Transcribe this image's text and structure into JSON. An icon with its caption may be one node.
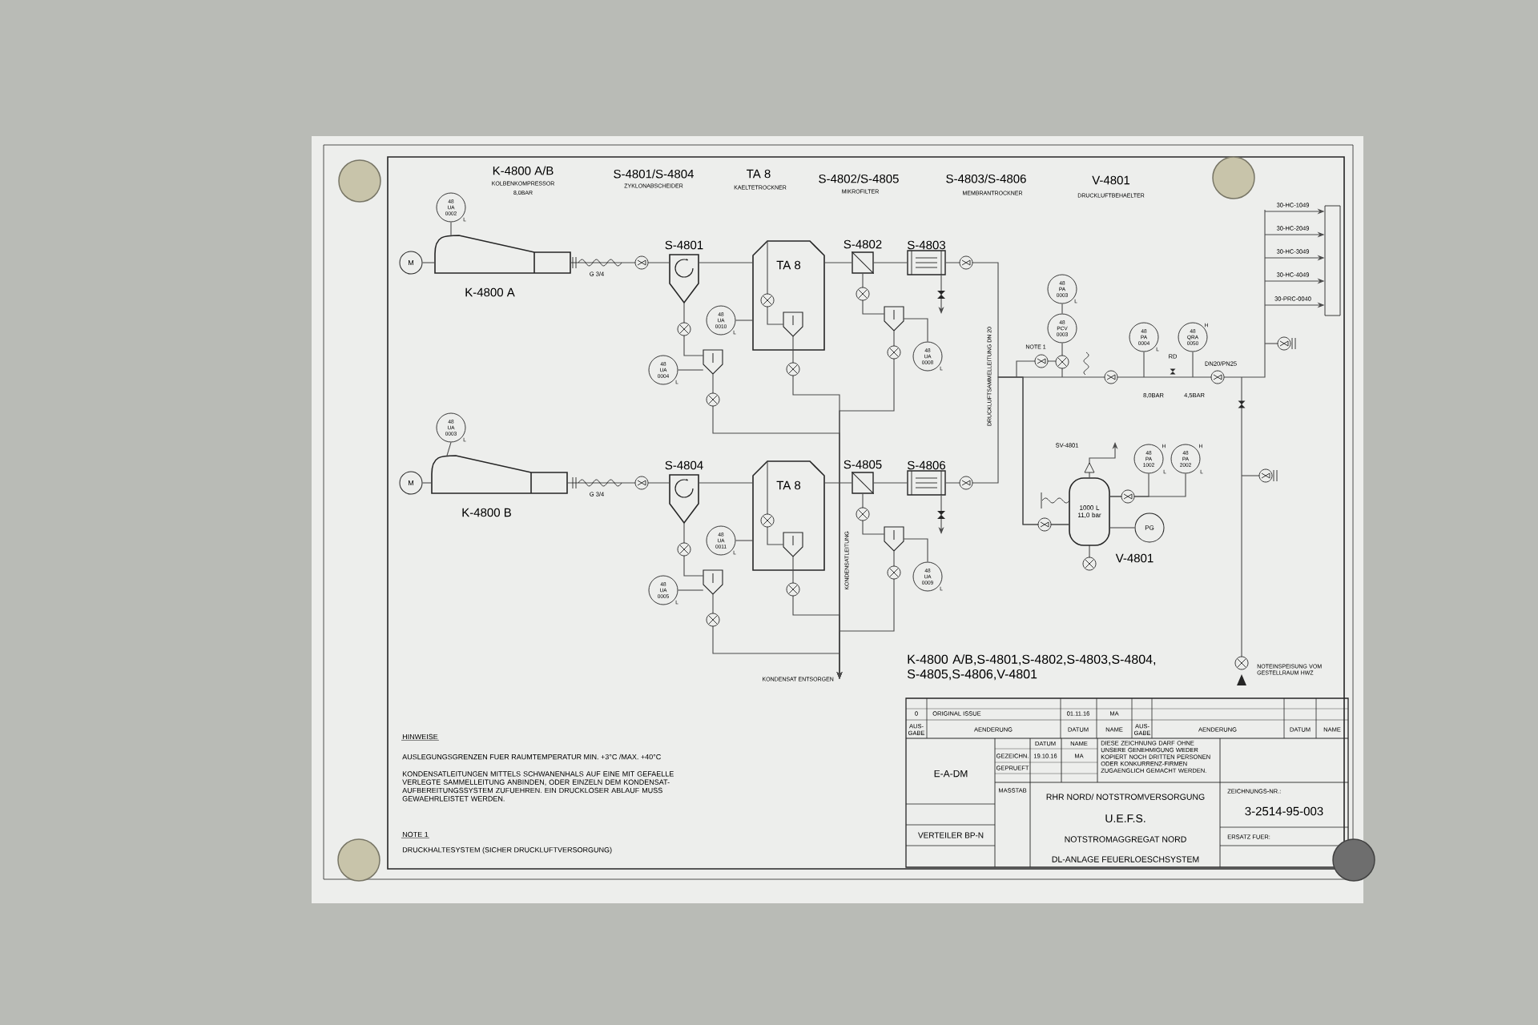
{
  "diagram": {
    "nodes": [
      {
        "text": [
          "48 UA 0002"
        ],
        "beside": [
          "L"
        ]
      },
      {
        "text": [
          "M"
        ]
      },
      {
        "text": [
          "K-4800 A"
        ]
      },
      {
        "text": [
          "S-4801"
        ]
      },
      {
        "text": [
          "TA 8"
        ]
      },
      {
        "text": [
          "S-4802"
        ]
      },
      {
        "text": [
          "S-4803"
        ]
      },
      {
        "text": [
          "48 UA 0010"
        ],
        "beside": [
          "L"
        ]
      },
      {
        "text": [
          "48 UA 0004"
        ],
        "beside": [
          "L"
        ]
      },
      {
        "text": [
          "48 UA 0008"
        ],
        "beside": [
          "L"
        ]
      },
      {
        "text": [],
        "shape": "funnel"
      },
      {
        "text": [],
        "shape": "funnel",
        "in": 4
      },
      {
        "text": [],
        "shape": "funnel"
      },
      {
        "text": [
          "48 UA 0003"
        ],
        "beside": [
          "L"
        ]
      },
      {
        "text": [
          "M"
        ]
      },
      {
        "text": [
          "K-4800 B"
        ]
      },
      {
        "text": [
          "S-4804"
        ]
      },
      {
        "text": [
          "TA 8"
        ]
      },
      {
        "text": [
          "S-4805"
        ]
      },
      {
        "text": [
          "S-4806"
        ]
      },
      {
        "text": [
          "48 UA 0011"
        ],
        "beside": [
          "L"
        ]
      },
      {
        "text": [
          "48 UA 0005"
        ],
        "beside": [
          "L"
        ]
      },
      {
        "text": [
          "48 UA 0009"
        ],
        "beside": [
          "L"
        ]
      },
      {
        "text": [],
        "shape": "funnel"
      },
      {
        "text": [],
        "shape": "funnel",
        "in": 17
      },
      {
        "text": [],
        "shape": "funnel"
      },
      {
        "text": [
          "KONDENSAT ENTSORGEN"
        ]
      },
      {
        "text": [
          "48 PA 0003"
        ],
        "beside": [
          "L"
        ]
      },
      {
        "text": [
          "48 PCV 0003"
        ]
      },
      {
        "text": [
          "48 PA 0004"
        ],
        "beside": [
          "L"
        ]
      },
      {
        "text": [
          "48 QRA 0050"
        ],
        "beside": [
          "H"
        ]
      },
      {
        "text": [
          "1000 L 11,0 bar"
        ],
        "beside": [
          "V-4801"
        ]
      },
      {
        "text": [
          "48 PA 1002"
        ],
        "beside": [
          "H",
          "L"
        ]
      },
      {
        "text": [
          "48 PA 2002"
        ],
        "beside": [
          "H",
          "L"
        ]
      },
      {
        "text": [
          "PG"
        ]
      },
      {
        "text": [],
        "shape": "box"
      }
    ],
    "edges": [
      {
        "from": 1,
        "to": 2,
        "arrow": "none"
      },
      {
        "from": 0,
        "to": 2,
        "arrow": "none"
      },
      {
        "from": 2,
        "to": 3,
        "arrow": "none",
        "label": "G 3/4"
      },
      {
        "from": 3,
        "to": 4,
        "arrow": "none"
      },
      {
        "from": 4,
        "to": 5,
        "arrow": "none"
      },
      {
        "from": 5,
        "to": 6,
        "arrow": "none"
      },
      {
        "from": 3,
        "to": 10,
        "arrow": "none"
      },
      {
        "from": 8,
        "to": 10,
        "arrow": "none"
      },
      {
        "from": 7,
        "to": 4,
        "arrow": "none"
      },
      {
        "from": 5,
        "to": 12,
        "arrow": "none"
      },
      {
        "from": 9,
        "to": 12,
        "arrow": "none"
      },
      {
        "from": 10,
        "to": 26,
        "arrow": "to"
      },
      {
        "from": 11,
        "to": 26,
        "arrow": "to"
      },
      {
        "from": 12,
        "to": 26,
        "arrow": "to"
      },
      {
        "from": 14,
        "to": 15,
        "arrow": "none"
      },
      {
        "from": 13,
        "to": 15,
        "arrow": "none"
      },
      {
        "from": 15,
        "to": 16,
        "arrow": "none",
        "label": "G 3/4"
      },
      {
        "from": 16,
        "to": 17,
        "arrow": "none"
      },
      {
        "from": 17,
        "to": 18,
        "arrow": "none"
      },
      {
        "from": 18,
        "to": 19,
        "arrow": "none"
      },
      {
        "from": 16,
        "to": 23,
        "arrow": "none"
      },
      {
        "from": 21,
        "to": 23,
        "arrow": "none"
      },
      {
        "from": 20,
        "to": 17,
        "arrow": "none"
      },
      {
        "from": 18,
        "to": 25,
        "arrow": "none"
      },
      {
        "from": 22,
        "to": 25,
        "arrow": "none"
      },
      {
        "from": 23,
        "to": 26,
        "arrow": "to"
      },
      {
        "from": 24,
        "to": 26,
        "arrow": "to"
      },
      {
        "from": 25,
        "to": 26,
        "arrow": "to"
      },
      {
        "from": 6,
        "to": 31,
        "arrow": "none"
      },
      {
        "from": 19,
        "to": 31,
        "arrow": "none"
      },
      {
        "from": 27,
        "to": 28,
        "arrow": "none"
      },
      {
        "from": 28,
        "to": null,
        "arrow": "none"
      },
      {
        "from": 29,
        "to": null,
        "arrow": "none"
      },
      {
        "from": 30,
        "to": null,
        "arrow": "none"
      },
      {
        "from": 32,
        "to": 31,
        "arrow": "none"
      },
      {
        "from": 33,
        "to": 31,
        "arrow": "none"
      },
      {
        "from": 34,
        "to": 31,
        "arrow": "none"
      },
      {
        "from": null,
        "to": 35,
        "arrow": "to",
        "label": "30-HC-1049"
      },
      {
        "from": null,
        "to": 35,
        "arrow": "to",
        "label": "30-HC-2049"
      },
      {
        "from": null,
        "to": 35,
        "arrow": "to",
        "label": "30-HC-3049"
      },
      {
        "from": null,
        "to": 35,
        "arrow": "to",
        "label": "30-HC-4049"
      },
      {
        "from": null,
        "to": 35,
        "arrow": "to",
        "label": "30-PRC-0040"
      },
      {
        "from": 6,
        "to": null,
        "arrow": "to"
      },
      {
        "from": 19,
        "to": null,
        "arrow": "to"
      },
      {
        "from": 31,
        "to": null,
        "arrow": "to"
      },
      {
        "from": 4,
        "to": 11,
        "arrow": "none"
      },
      {
        "from": 17,
        "to": 24,
        "arrow": "none"
      }
    ],
    "labels": [
      "K-4800 A/B",
      "KOLBENKOMPRESSOR",
      "8,0BAR",
      "S-4801/S-4804",
      "ZYKLONABSCHEIDER",
      "TA 8",
      "KAELTETROCKNER",
      "S-4802/S-4805",
      "MIKROFILTER",
      "S-4803/S-4806",
      "MEMBRANTROCKNER",
      "V-4801",
      "DRUCKLUFTBEHAELTER",
      "DRUCKLUFTSAMMELLEITUNG DN 20",
      "NOTE 1",
      "RD",
      "8,0BAR",
      "4,5BAR",
      "DN20/PN25",
      "SV-4801",
      "KONDENSATLEITUNG",
      "NOTEINSPEISUNG VOM GESTELLRAUM HWZ",
      "K-4800 A/B,S-4801,S-4802,S-4803,S-4804, S-4805,S-4806,V-4801",
      "0",
      "ORIGINAL ISSUE",
      "01.11.16",
      "MA",
      "AUS- GABE",
      "AENDERUNG",
      "DATUM",
      "NAME",
      "AUS- GABE",
      "AENDERUNG",
      "DATUM",
      "NAME",
      "E-A-DM",
      "DATUM",
      "NAME",
      "GEZEICHN.",
      "19.10.16",
      "MA",
      "GEPRUEFT",
      "DIESE ZEICHNUNG DARF OHNE UNSERE GENEHMIGUNG WEDER KOPIERT NOCH DRITTEN PERSONEN ODER KONKURRENZ-FIRMEN ZUGAENGLICH GEMACHT WERDEN.",
      "MASSTAB",
      "RHR NORD/ NOTSTROMVERSORGUNG",
      "U.E.F.S.",
      "NOTSTROMAGGREGAT NORD",
      "DL-ANLAGE FEUERLOESCHSYSTEM",
      "ZEICHNUNGS-NR.:",
      "3-2514-95-003",
      "ERSATZ FUER:",
      "VERTEILER BP-N",
      "HINWEISE",
      "AUSLEGUNGSGRENZEN FUER RAUMTEMPERATUR MIN. +3°C /MAX. +40°C",
      "KONDENSATLEITUNGEN MITTELS SCHWANENHALS AUF EINE MIT GEFAELLE VERLEGTE SAMMELLEITUNG ANBINDEN, ODER EINZELN DEM KONDENSAT-AUFBEREITUNGSSYSTEM ZUFUEHREN. EIN DRUCKLOSER ABLAUF MUSS GEWAEHRLEISTET WERDEN.",
      "NOTE 1",
      "DRUCKHALTESYSTEM (SICHER DRUCKLUFTVERSORGUNG)"
    ]
  }
}
